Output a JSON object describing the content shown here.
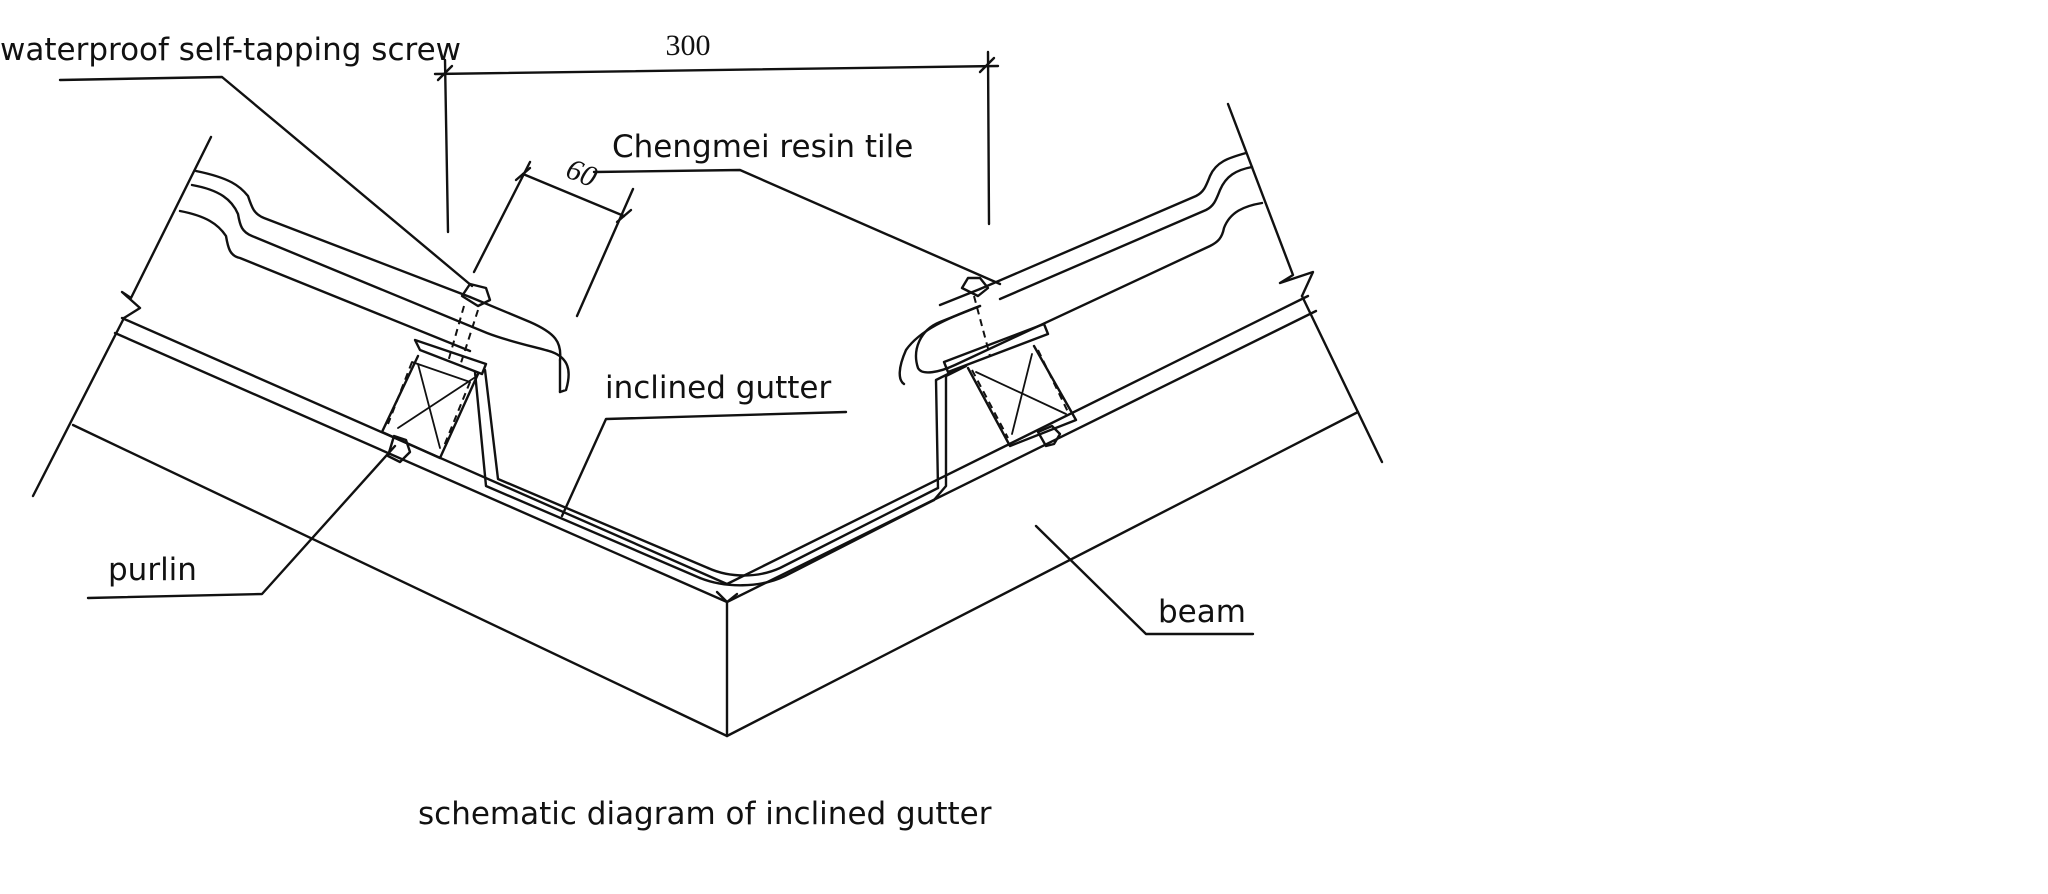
{
  "diagram": {
    "title": "schematic diagram of inclined gutter",
    "labels": {
      "screw": "waterproof self-tapping screw",
      "tile": "Chengmei resin tile",
      "gutter": "inclined gutter",
      "purlin": "purlin",
      "beam": "beam"
    },
    "dimensions": {
      "span": "300",
      "overhang": "60"
    },
    "components": [
      "resin tile (left)",
      "resin tile (right)",
      "self-tapping screw (left)",
      "self-tapping screw (right)",
      "purlin (left)",
      "purlin (right)",
      "inclined gutter",
      "beam"
    ],
    "colors": {
      "line": "#111111",
      "background": "#ffffff"
    }
  }
}
